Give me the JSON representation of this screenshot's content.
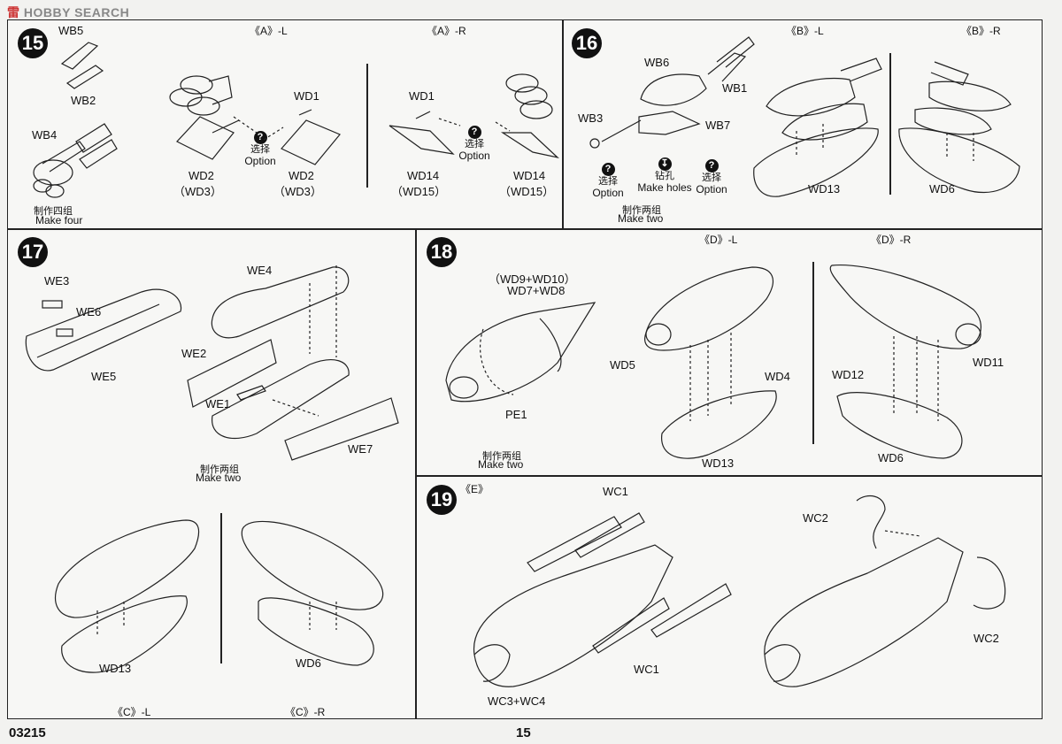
{
  "watermark": {
    "cn": "雷",
    "en": "HOBBY SEARCH"
  },
  "footer": {
    "code": "03215",
    "page": "15"
  },
  "step15": {
    "number": "15",
    "hdr_l": "《A》-L",
    "hdr_r": "《A》-R",
    "labels": {
      "wb5": "WB5",
      "wb2": "WB2",
      "wb4": "WB4",
      "wd1a": "WD1",
      "wd1b": "WD1",
      "wd2a": "WD2",
      "wd3a": "（WD3）",
      "wd2b": "WD2",
      "wd3b": "（WD3）",
      "wd14a": "WD14",
      "wd15a": "（WD15）",
      "wd14b": "WD14",
      "wd15b": "（WD15）"
    },
    "note_cn": "制作四组",
    "note_en": "Make four",
    "opt_cn": "选择",
    "opt_en": "Option"
  },
  "step16": {
    "number": "16",
    "hdr_l": "《B》-L",
    "hdr_r": "《B》-R",
    "labels": {
      "wb6": "WB6",
      "wb1": "WB1",
      "wb3": "WB3",
      "wb7": "WB7",
      "wd13": "WD13",
      "wd6": "WD6"
    },
    "opt_cn": "选择",
    "opt_en": "Option",
    "drill_cn": "钻孔",
    "drill_en": "Make holes",
    "note_cn": "制作两组",
    "note_en": "Make two"
  },
  "step17": {
    "number": "17",
    "labels": {
      "we3": "WE3",
      "we6": "WE6",
      "we5": "WE5",
      "we4": "WE4",
      "we2": "WE2",
      "we1": "WE1",
      "we7": "WE7",
      "wd13": "WD13",
      "wd6": "WD6"
    },
    "note_cn": "制作两组",
    "note_en": "Make two",
    "hdr_cl": "《C》-L",
    "hdr_cr": "《C》-R"
  },
  "step18": {
    "number": "18",
    "hdr_l": "《D》-L",
    "hdr_r": "《D》-R",
    "labels": {
      "wd910": "（WD9+WD10）",
      "wd78": "WD7+WD8",
      "pe1": "PE1",
      "wd5": "WD5",
      "wd4": "WD4",
      "wd13": "WD13",
      "wd12": "WD12",
      "wd11": "WD11",
      "wd6": "WD6"
    },
    "note_cn": "制作两组",
    "note_en": "Make two"
  },
  "step19": {
    "number": "19",
    "hdr": "《E》",
    "labels": {
      "wc1a": "WC1",
      "wc1b": "WC1",
      "wc2a": "WC2",
      "wc2b": "WC2",
      "wc34": "WC3+WC4"
    }
  }
}
